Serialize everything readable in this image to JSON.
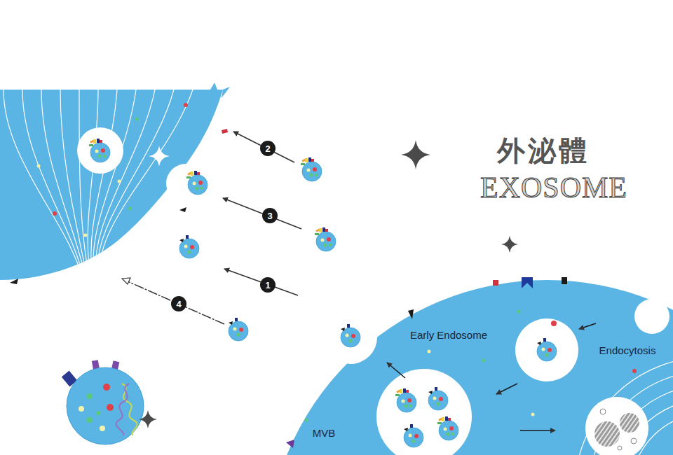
{
  "diagram": {
    "title": "外泌體",
    "labels": [
      "EXOSOME",
      "2",
      "3",
      "1",
      "4",
      "Early Endosome",
      "Endocytosis",
      "MVB"
    ]
  }
}
